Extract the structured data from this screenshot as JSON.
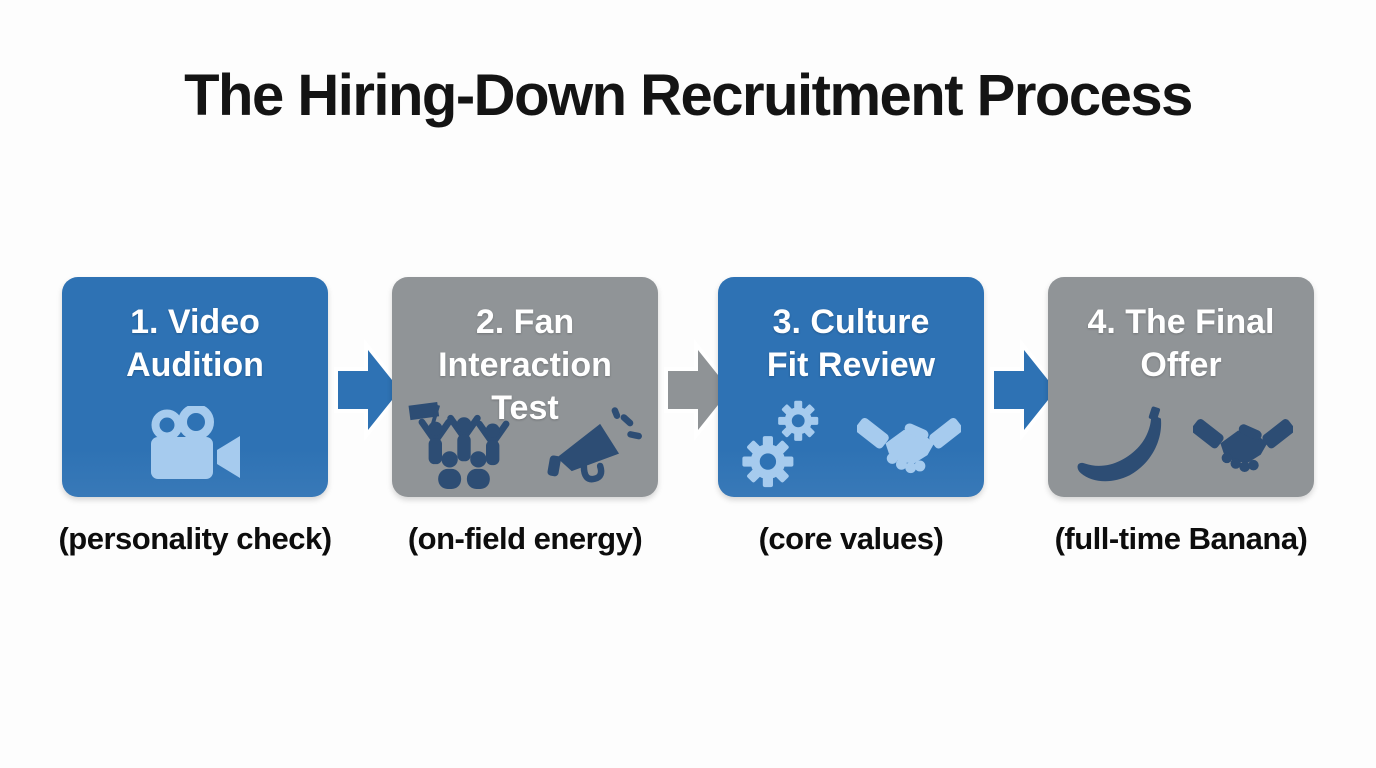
{
  "title": "The Hiring-Down Recruitment Process",
  "colors": {
    "background": "#fdfdfd",
    "title_text": "#141414",
    "caption_text": "#0d0d0d",
    "step_text": "#ffffff",
    "step_blue": "#2e72b4",
    "step_gray": "#909497",
    "arrow_blue": "#2e72b4",
    "arrow_gray": "#8f9396",
    "icon_light": "#a6cbee",
    "icon_dark": "#2d4d74"
  },
  "steps": [
    {
      "label": "1. Video\nAudition",
      "caption": "(personality check)",
      "variant": "blue",
      "icons": [
        "video-camera"
      ]
    },
    {
      "label": "2. Fan\nInteraction\nTest",
      "caption": "(on-field energy)",
      "variant": "gray",
      "icons": [
        "fan-crowd",
        "megaphone"
      ]
    },
    {
      "label": "3. Culture\nFit Review",
      "caption": "(core values)",
      "variant": "blue",
      "icons": [
        "gears",
        "handshake"
      ]
    },
    {
      "label": "4. The Final\nOffer",
      "caption": "(full-time Banana)",
      "variant": "gray",
      "icons": [
        "banana",
        "handshake"
      ]
    }
  ],
  "arrows": [
    {
      "between": "step-1-to-2",
      "color_name": "blue"
    },
    {
      "between": "step-2-to-3",
      "color_name": "gray"
    },
    {
      "between": "step-3-to-4",
      "color_name": "blue"
    }
  ]
}
